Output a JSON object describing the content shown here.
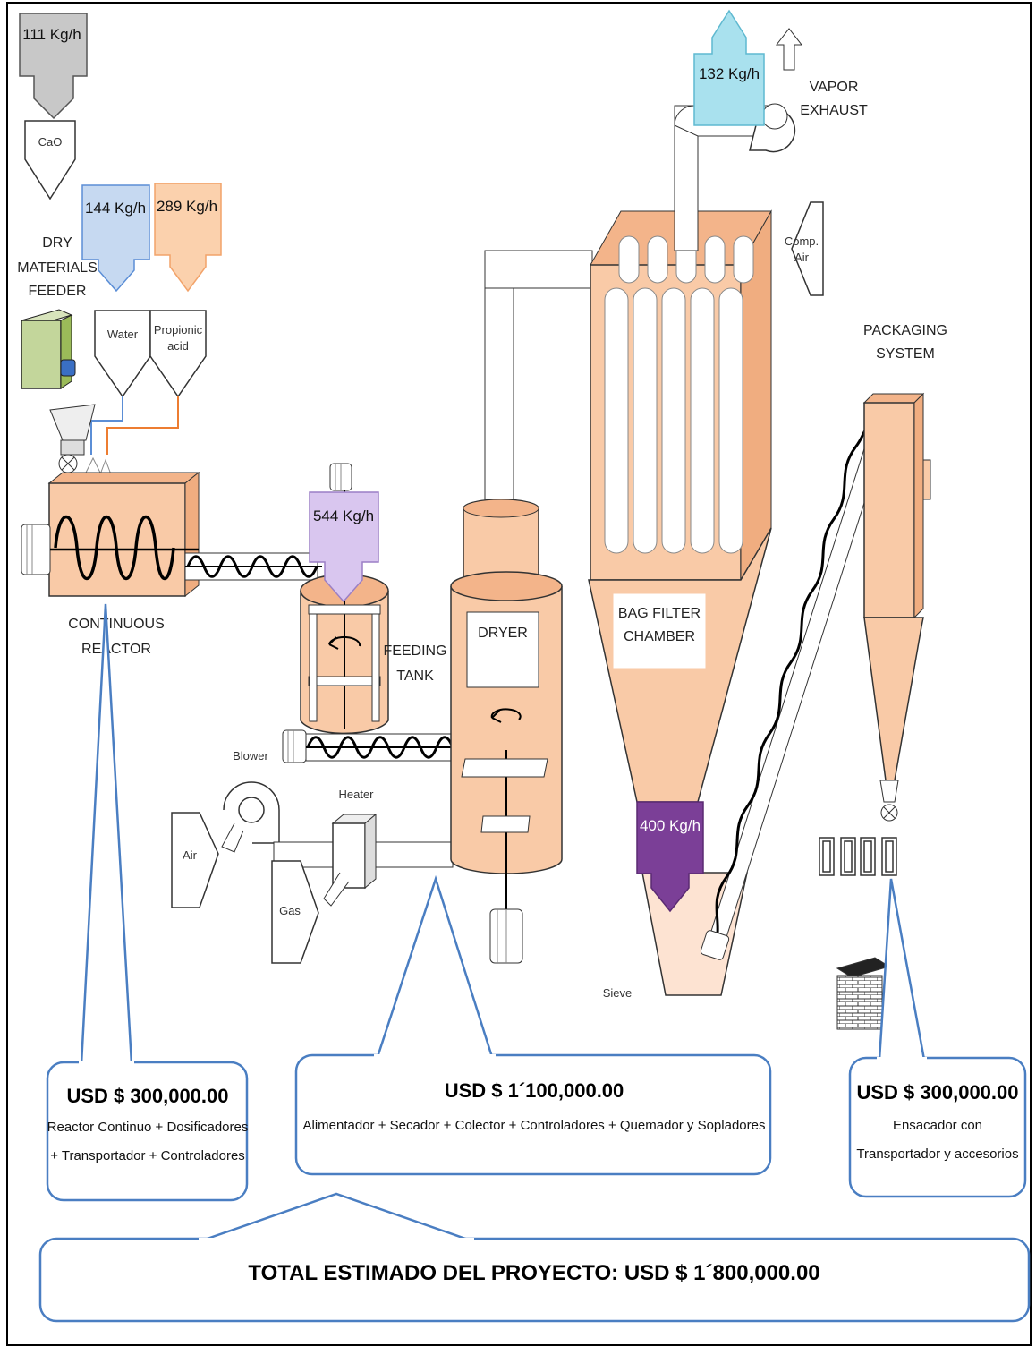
{
  "flows": {
    "cao_in": "111 Kg/h",
    "water_in": "144 Kg/h",
    "acid_in": "289 Kg/h",
    "tank_in": "544 Kg/h",
    "vapor_out": "132 Kg/h",
    "product_out": "400 Kg/h"
  },
  "labels": {
    "cao": "CaO",
    "feeder_l1": "DRY",
    "feeder_l2": "MATERIALS",
    "feeder_l3": "FEEDER",
    "water": "Water",
    "acid_l1": "Propionic",
    "acid_l2": "acid",
    "reactor_l1": "CONTINUOUS",
    "reactor_l2": "REACTOR",
    "feeding_l1": "FEEDING",
    "feeding_l2": "TANK",
    "dryer": "DRYER",
    "bag_l1": "BAG FILTER",
    "bag_l2": "CHAMBER",
    "vapor_l1": "VAPOR",
    "vapor_l2": "EXHAUST",
    "comp_l1": "Comp.",
    "comp_l2": "Air",
    "pack_l1": "PACKAGING",
    "pack_l2": "SYSTEM",
    "blower": "Blower",
    "heater": "Heater",
    "air": "Air",
    "gas": "Gas",
    "sieve": "Sieve"
  },
  "costs": {
    "reactor": {
      "amount": "USD $ 300,000.00",
      "line1": "Reactor Continuo + Dosificadores",
      "line2": "+ Transportador + Controladores"
    },
    "dryer": {
      "amount": "USD $ 1´100,000.00",
      "line1": "Alimentador + Secador + Colector + Controladores + Quemador y Sopladores"
    },
    "packaging": {
      "amount": "USD $ 300,000.00",
      "line1": "Ensacador  con",
      "line2": "Transportador y accesorios"
    },
    "total": "TOTAL ESTIMADO DEL PROYECTO: USD $ 1´800,000.00"
  },
  "colors": {
    "equipment": "#f9caa7",
    "water_arrow": "#c6d9f1",
    "acid_arrow": "#fbd1ad",
    "tank_arrow": "#d9c6ef",
    "vapor_arrow": "#a9e1ee",
    "product_arrow": "#7b3f97",
    "callout_border": "#4a7ec2"
  }
}
